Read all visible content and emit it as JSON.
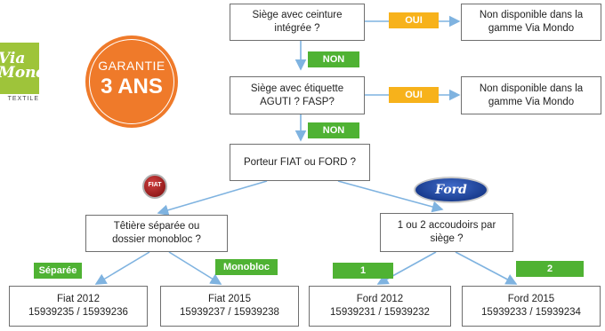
{
  "branding": {
    "via_mondo_logo": "Via Mondo",
    "via_mondo_sub": "TEXTILE",
    "badge_line1": "GARANTIE",
    "badge_line2": "3 ANS",
    "fiat_logo": "FIAT",
    "ford_logo": "Ford"
  },
  "nodes": {
    "q1": "Siège avec ceinture\nintégrée ?",
    "r1": "Non disponible dans la\ngamme Via Mondo",
    "q2": "Siège avec étiquette\nAGUTI ? FASP?",
    "r2": "Non disponible dans la\ngamme Via Mondo",
    "q3": "Porteur FIAT ou FORD ?",
    "q4": "Têtière séparée ou\ndossier monobloc ?",
    "q5": "1 ou 2 accoudoirs par\nsiège ?",
    "fiat2012": "Fiat 2012\n15939235 / 15939236",
    "fiat2015": "Fiat 2015\n15939237 / 15939238",
    "ford2012": "Ford 2012\n15939231 / 15939232",
    "ford2015": "Ford 2015\n15939233 / 15939234"
  },
  "edges": {
    "oui1": "OUI",
    "non1": "NON",
    "oui2": "OUI",
    "non2": "NON",
    "separee": "Séparée",
    "monobloc": "Monobloc",
    "one": "1",
    "two": "2"
  },
  "colors": {
    "yes_tag": "#f7b21b",
    "no_tag": "#4fb233",
    "arrow": "#7fb3e0",
    "badge": "#ef7a2a",
    "via_mondo": "#9ec43a"
  }
}
